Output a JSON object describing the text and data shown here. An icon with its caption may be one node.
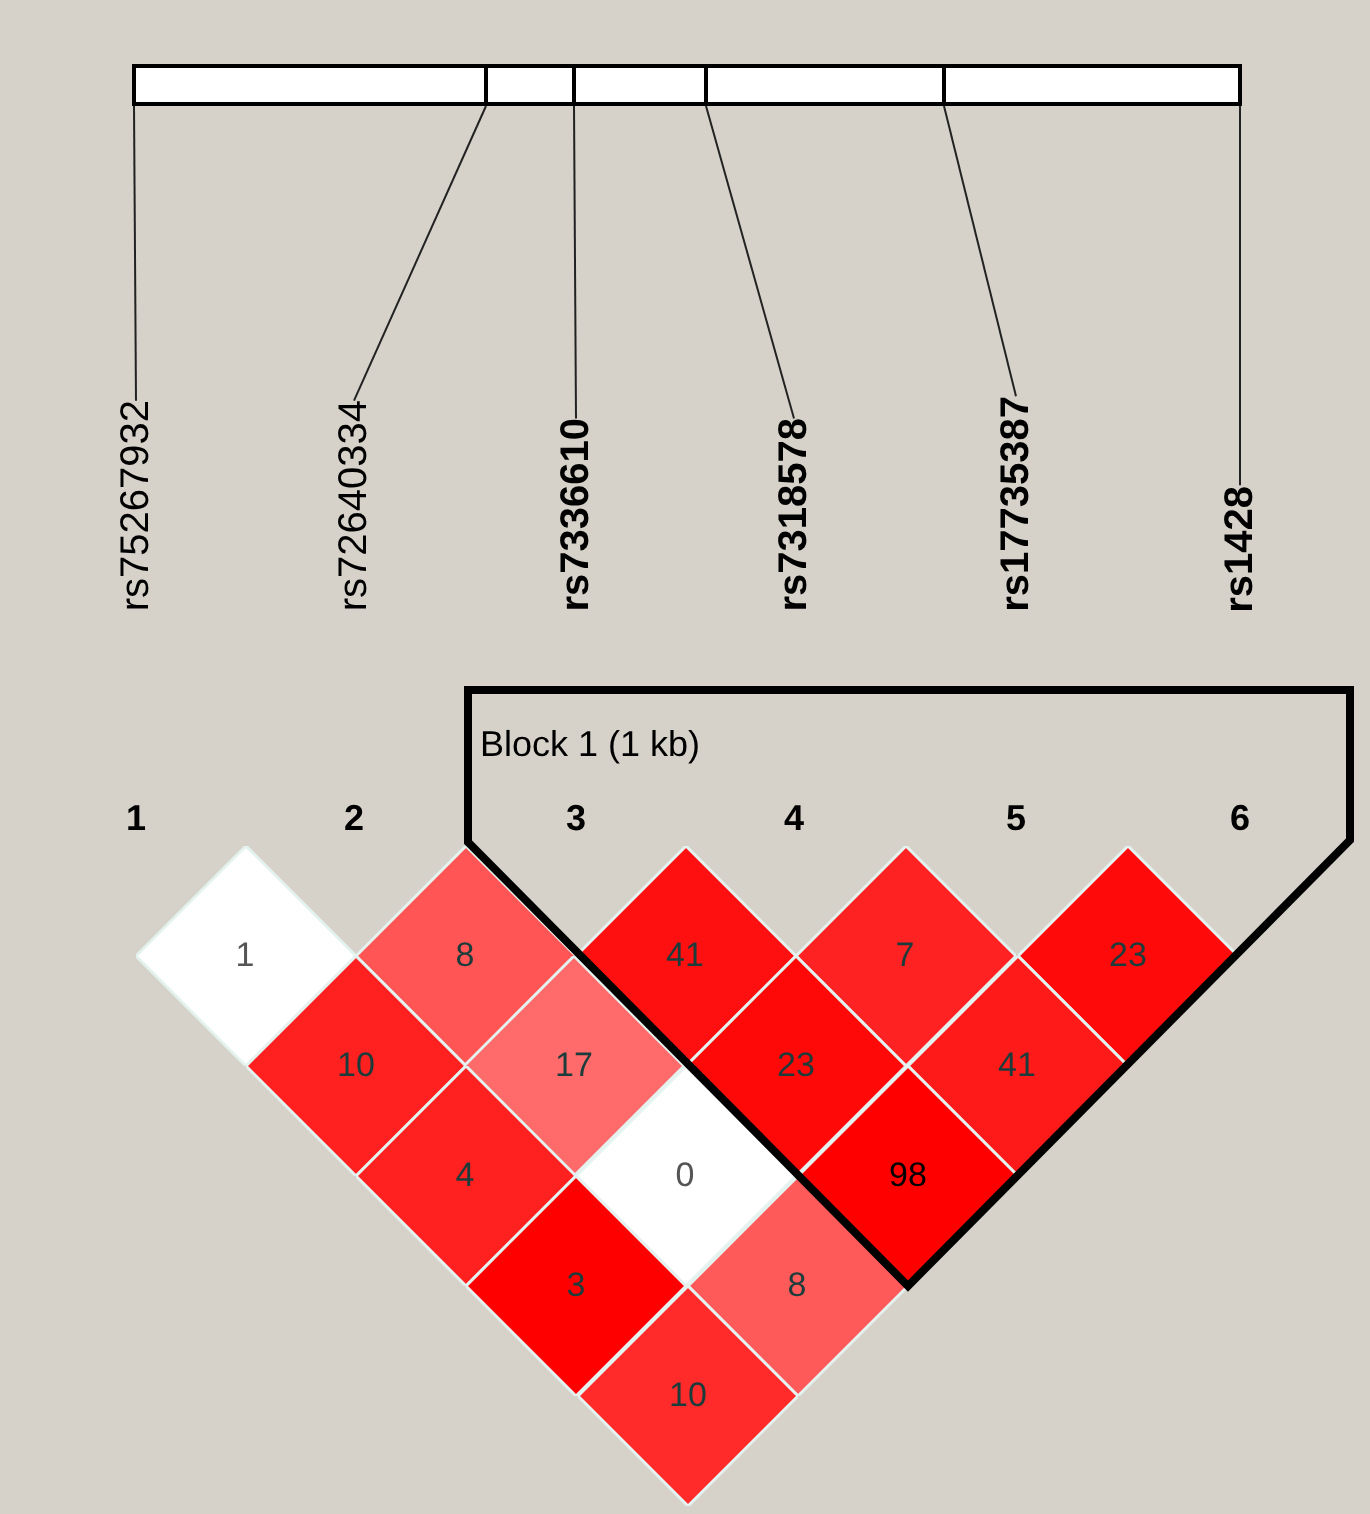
{
  "diagram": {
    "nodes": [
      {
        "text": [
          "rs75267932"
        ]
      },
      {
        "text": [
          "rs72640334"
        ]
      },
      {
        "text": [
          "rs7336610"
        ]
      },
      {
        "text": [
          "rs7318578"
        ]
      },
      {
        "text": [
          "rs17735387"
        ]
      },
      {
        "text": [
          "rs1428"
        ]
      },
      {
        "text": [
          "Block 1 (1 kb)"
        ]
      },
      {
        "text": [
          "1"
        ]
      },
      {
        "text": [
          "8"
        ]
      },
      {
        "text": [
          "41"
        ],
        "in": 6
      },
      {
        "text": [
          "7"
        ],
        "in": 6
      },
      {
        "text": [
          "23"
        ],
        "in": 6
      },
      {
        "text": [
          "10"
        ]
      },
      {
        "text": [
          "17"
        ]
      },
      {
        "text": [
          "23"
        ],
        "in": 6
      },
      {
        "text": [
          "41"
        ],
        "in": 6
      },
      {
        "text": [
          "4"
        ]
      },
      {
        "text": [
          "0"
        ]
      },
      {
        "text": [
          "98"
        ],
        "in": 6
      },
      {
        "text": [
          "3"
        ]
      },
      {
        "text": [
          "8"
        ]
      },
      {
        "text": [
          "10"
        ]
      },
      {
        "text": [],
        "shape": "bar"
      }
    ],
    "edges": [
      {
        "from": 0,
        "to": 22,
        "arrow": "none"
      },
      {
        "from": 1,
        "to": 22,
        "arrow": "none"
      },
      {
        "from": 2,
        "to": 22,
        "arrow": "none"
      },
      {
        "from": 3,
        "to": 22,
        "arrow": "none"
      },
      {
        "from": 4,
        "to": 22,
        "arrow": "none"
      },
      {
        "from": 5,
        "to": 22,
        "arrow": "none"
      }
    ],
    "labels": [
      "1",
      "2",
      "3",
      "4",
      "5",
      "6"
    ]
  }
}
